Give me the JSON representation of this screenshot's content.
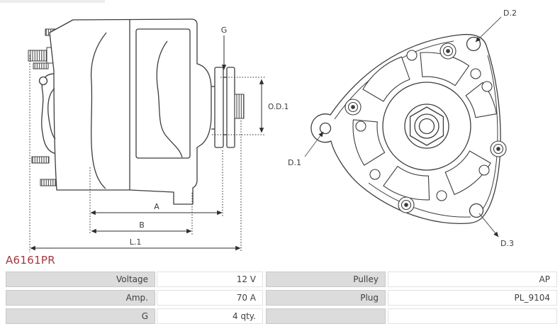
{
  "part_number": "A6161PR",
  "colors": {
    "part_number_red": "#a3383c",
    "drawing_line": "#3c3c3c",
    "table_label_bg": "#dcdcdc",
    "table_value_bg": "#ffffff"
  },
  "drawing": {
    "side_view_labels": {
      "g": "G",
      "od1": "O.D.1",
      "a": "A",
      "b": "B",
      "l1": "L.1"
    },
    "front_view_labels": {
      "d1": "D.1",
      "d2": "D.2",
      "d3": "D.3"
    }
  },
  "spec_table": {
    "left": [
      {
        "label": "Voltage",
        "value": "12 V"
      },
      {
        "label": "Amp.",
        "value": "70 A"
      },
      {
        "label": "G",
        "value": "4 qty."
      }
    ],
    "right": [
      {
        "label": "Pulley",
        "value": "AP"
      },
      {
        "label": "Plug",
        "value": "PL_9104"
      },
      {
        "label": "",
        "value": ""
      }
    ]
  }
}
